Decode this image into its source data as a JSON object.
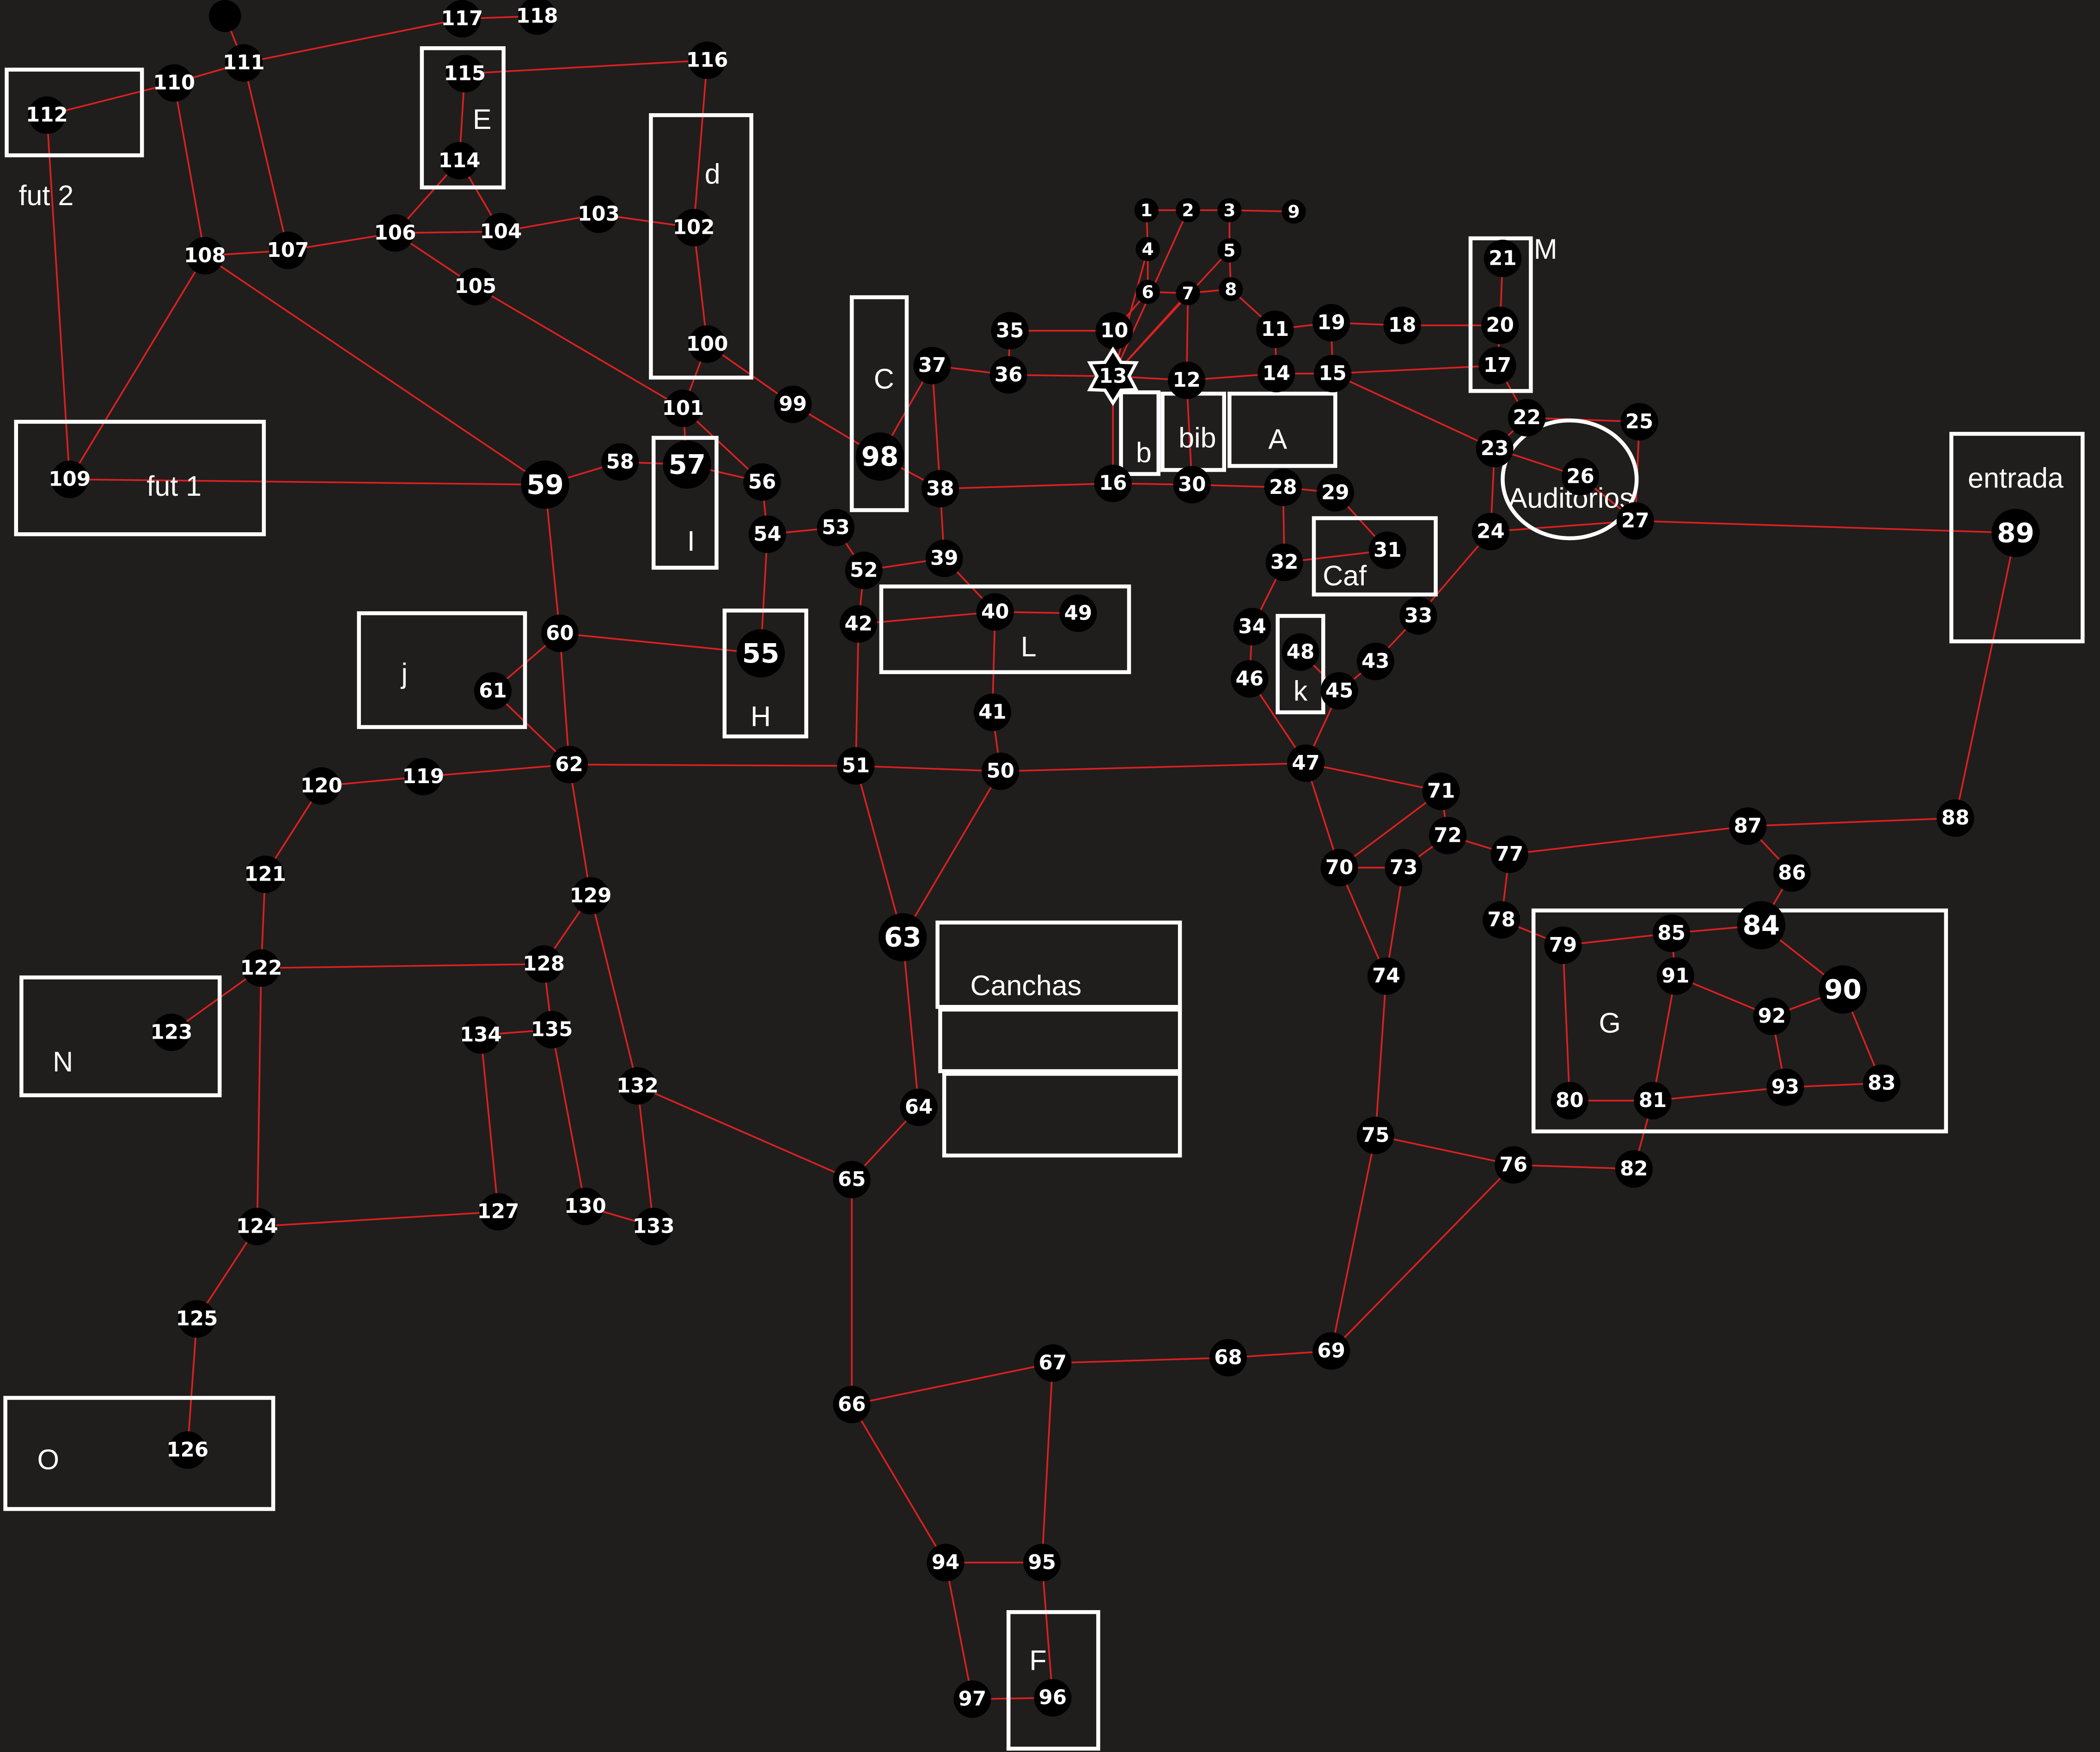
{
  "diagram": {
    "type": "campus-route-graph",
    "background_color": "#1f1e1d",
    "edge_color": "#dd2020",
    "node_color": "#000000",
    "label_color": "#ffffff",
    "star_node": "13",
    "unlabeled_nodes": [
      "start-dot"
    ],
    "areas": [
      {
        "id": "fut2-box",
        "label": "fut 2"
      },
      {
        "id": "fut1-box",
        "label": "fut 1"
      },
      {
        "id": "E-box",
        "label": "E"
      },
      {
        "id": "d-box",
        "label": "d"
      },
      {
        "id": "C-box",
        "label": "C"
      },
      {
        "id": "I-box",
        "label": "I"
      },
      {
        "id": "j-box",
        "label": "j"
      },
      {
        "id": "H-box",
        "label": "H"
      },
      {
        "id": "b-box",
        "label": "b"
      },
      {
        "id": "bib-box",
        "label": "bib"
      },
      {
        "id": "A-box",
        "label": "A"
      },
      {
        "id": "M-box",
        "label": "M"
      },
      {
        "id": "Auditorios-ellipse",
        "label": "Auditorios"
      },
      {
        "id": "Caf-box",
        "label": "Caf"
      },
      {
        "id": "L-box",
        "label": "L"
      },
      {
        "id": "k-box",
        "label": "k"
      },
      {
        "id": "entrada-box",
        "label": "entrada"
      },
      {
        "id": "canchas-box-1",
        "label": "Canchas"
      },
      {
        "id": "canchas-box-2",
        "label": ""
      },
      {
        "id": "canchas-box-3",
        "label": ""
      },
      {
        "id": "G-box",
        "label": "G"
      },
      {
        "id": "N-box",
        "label": "N"
      },
      {
        "id": "O-box",
        "label": "O"
      },
      {
        "id": "F-box",
        "label": "F"
      }
    ],
    "nodes": [
      "1",
      "2",
      "3",
      "4",
      "5",
      "6",
      "7",
      "8",
      "9",
      "10",
      "11",
      "12",
      "13",
      "14",
      "15",
      "16",
      "17",
      "18",
      "19",
      "20",
      "21",
      "22",
      "23",
      "24",
      "25",
      "26",
      "27",
      "28",
      "29",
      "30",
      "31",
      "32",
      "33",
      "34",
      "35",
      "36",
      "37",
      "38",
      "39",
      "40",
      "41",
      "42",
      "43",
      "45",
      "46",
      "47",
      "48",
      "49",
      "50",
      "51",
      "52",
      "53",
      "54",
      "55",
      "56",
      "57",
      "58",
      "59",
      "60",
      "61",
      "62",
      "63",
      "64",
      "65",
      "66",
      "67",
      "68",
      "69",
      "70",
      "71",
      "72",
      "73",
      "74",
      "75",
      "76",
      "77",
      "78",
      "79",
      "80",
      "81",
      "82",
      "83",
      "84",
      "85",
      "86",
      "87",
      "88",
      "89",
      "90",
      "91",
      "92",
      "93",
      "94",
      "95",
      "96",
      "97",
      "98",
      "99",
      "100",
      "101",
      "102",
      "103",
      "104",
      "105",
      "106",
      "107",
      "108",
      "109",
      "110",
      "111",
      "112",
      "114",
      "115",
      "116",
      "117",
      "118",
      "119",
      "120",
      "121",
      "122",
      "123",
      "124",
      "125",
      "126",
      "127",
      "128",
      "129",
      "130",
      "132",
      "133",
      "134",
      "135"
    ],
    "edges": [
      [
        "start-dot",
        "111"
      ],
      [
        "111",
        "117"
      ],
      [
        "117",
        "118"
      ],
      [
        "111",
        "110"
      ],
      [
        "110",
        "112"
      ],
      [
        "110",
        "108"
      ],
      [
        "111",
        "107"
      ],
      [
        "112",
        "109"
      ],
      [
        "108",
        "109"
      ],
      [
        "108",
        "107"
      ],
      [
        "108",
        "59"
      ],
      [
        "107",
        "106"
      ],
      [
        "106",
        "114"
      ],
      [
        "114",
        "115"
      ],
      [
        "115",
        "116"
      ],
      [
        "114",
        "104"
      ],
      [
        "106",
        "104"
      ],
      [
        "104",
        "103"
      ],
      [
        "103",
        "102"
      ],
      [
        "106",
        "105"
      ],
      [
        "105",
        "101"
      ],
      [
        "101",
        "56"
      ],
      [
        "116",
        "102"
      ],
      [
        "102",
        "100"
      ],
      [
        "100",
        "101"
      ],
      [
        "101",
        "57"
      ],
      [
        "100",
        "99"
      ],
      [
        "99",
        "98"
      ],
      [
        "98",
        "37"
      ],
      [
        "98",
        "38"
      ],
      [
        "37",
        "38"
      ],
      [
        "37",
        "36"
      ],
      [
        "36",
        "35"
      ],
      [
        "36",
        "13"
      ],
      [
        "35",
        "10"
      ],
      [
        "10",
        "6"
      ],
      [
        "1",
        "4"
      ],
      [
        "1",
        "2"
      ],
      [
        "2",
        "3"
      ],
      [
        "3",
        "9"
      ],
      [
        "2",
        "13"
      ],
      [
        "3",
        "5"
      ],
      [
        "4",
        "6"
      ],
      [
        "4",
        "13"
      ],
      [
        "13",
        "5"
      ],
      [
        "5",
        "8"
      ],
      [
        "13",
        "7"
      ],
      [
        "7",
        "6"
      ],
      [
        "7",
        "8"
      ],
      [
        "8",
        "11"
      ],
      [
        "7",
        "12"
      ],
      [
        "13",
        "12"
      ],
      [
        "12",
        "14"
      ],
      [
        "12",
        "30"
      ],
      [
        "10",
        "13"
      ],
      [
        "13",
        "16"
      ],
      [
        "14",
        "11"
      ],
      [
        "11",
        "19"
      ],
      [
        "19",
        "18"
      ],
      [
        "18",
        "20"
      ],
      [
        "19",
        "15"
      ],
      [
        "14",
        "15"
      ],
      [
        "15",
        "17"
      ],
      [
        "17",
        "20"
      ],
      [
        "20",
        "21"
      ],
      [
        "17",
        "22"
      ],
      [
        "15",
        "23"
      ],
      [
        "22",
        "23"
      ],
      [
        "23",
        "26"
      ],
      [
        "23",
        "24"
      ],
      [
        "22",
        "25"
      ],
      [
        "25",
        "27"
      ],
      [
        "27",
        "26"
      ],
      [
        "27",
        "89"
      ],
      [
        "24",
        "27"
      ],
      [
        "24",
        "33"
      ],
      [
        "33",
        "43"
      ],
      [
        "43",
        "45"
      ],
      [
        "38",
        "16"
      ],
      [
        "16",
        "30"
      ],
      [
        "30",
        "28"
      ],
      [
        "28",
        "29"
      ],
      [
        "29",
        "31"
      ],
      [
        "28",
        "32"
      ],
      [
        "32",
        "31"
      ],
      [
        "32",
        "34"
      ],
      [
        "34",
        "46"
      ],
      [
        "46",
        "47"
      ],
      [
        "48",
        "45"
      ],
      [
        "45",
        "47"
      ],
      [
        "38",
        "39"
      ],
      [
        "39",
        "40"
      ],
      [
        "40",
        "49"
      ],
      [
        "40",
        "42"
      ],
      [
        "40",
        "41"
      ],
      [
        "41",
        "50"
      ],
      [
        "109",
        "59"
      ],
      [
        "59",
        "58"
      ],
      [
        "58",
        "57"
      ],
      [
        "57",
        "56"
      ],
      [
        "56",
        "54"
      ],
      [
        "54",
        "53"
      ],
      [
        "53",
        "52"
      ],
      [
        "52",
        "39"
      ],
      [
        "52",
        "42"
      ],
      [
        "54",
        "55"
      ],
      [
        "42",
        "51"
      ],
      [
        "59",
        "60"
      ],
      [
        "60",
        "55"
      ],
      [
        "60",
        "61"
      ],
      [
        "60",
        "62"
      ],
      [
        "61",
        "62"
      ],
      [
        "62",
        "119"
      ],
      [
        "119",
        "120"
      ],
      [
        "120",
        "121"
      ],
      [
        "121",
        "122"
      ],
      [
        "122",
        "123"
      ],
      [
        "122",
        "128"
      ],
      [
        "122",
        "124"
      ],
      [
        "124",
        "127"
      ],
      [
        "124",
        "125"
      ],
      [
        "125",
        "126"
      ],
      [
        "62",
        "51"
      ],
      [
        "51",
        "50"
      ],
      [
        "50",
        "47"
      ],
      [
        "51",
        "63"
      ],
      [
        "50",
        "63"
      ],
      [
        "62",
        "129"
      ],
      [
        "129",
        "128"
      ],
      [
        "129",
        "132"
      ],
      [
        "128",
        "135"
      ],
      [
        "135",
        "134"
      ],
      [
        "134",
        "127"
      ],
      [
        "135",
        "130"
      ],
      [
        "130",
        "133"
      ],
      [
        "132",
        "133"
      ],
      [
        "132",
        "65"
      ],
      [
        "63",
        "64"
      ],
      [
        "64",
        "65"
      ],
      [
        "65",
        "66"
      ],
      [
        "66",
        "67"
      ],
      [
        "67",
        "68"
      ],
      [
        "68",
        "69"
      ],
      [
        "69",
        "75"
      ],
      [
        "69",
        "76"
      ],
      [
        "66",
        "94"
      ],
      [
        "94",
        "95"
      ],
      [
        "67",
        "95"
      ],
      [
        "94",
        "97"
      ],
      [
        "97",
        "96"
      ],
      [
        "95",
        "96"
      ],
      [
        "47",
        "71"
      ],
      [
        "47",
        "70"
      ],
      [
        "71",
        "70"
      ],
      [
        "70",
        "73"
      ],
      [
        "71",
        "72"
      ],
      [
        "72",
        "77"
      ],
      [
        "73",
        "72"
      ],
      [
        "73",
        "74"
      ],
      [
        "70",
        "74"
      ],
      [
        "74",
        "75"
      ],
      [
        "75",
        "76"
      ],
      [
        "76",
        "82"
      ],
      [
        "82",
        "81"
      ],
      [
        "77",
        "87"
      ],
      [
        "77",
        "78"
      ],
      [
        "87",
        "88"
      ],
      [
        "88",
        "89"
      ],
      [
        "87",
        "86"
      ],
      [
        "86",
        "84"
      ],
      [
        "78",
        "79"
      ],
      [
        "79",
        "85"
      ],
      [
        "85",
        "84"
      ],
      [
        "79",
        "80"
      ],
      [
        "80",
        "81"
      ],
      [
        "85",
        "91"
      ],
      [
        "91",
        "81"
      ],
      [
        "91",
        "92"
      ],
      [
        "92",
        "90"
      ],
      [
        "84",
        "90"
      ],
      [
        "92",
        "93"
      ],
      [
        "81",
        "93"
      ],
      [
        "93",
        "83"
      ],
      [
        "90",
        "83"
      ]
    ]
  }
}
